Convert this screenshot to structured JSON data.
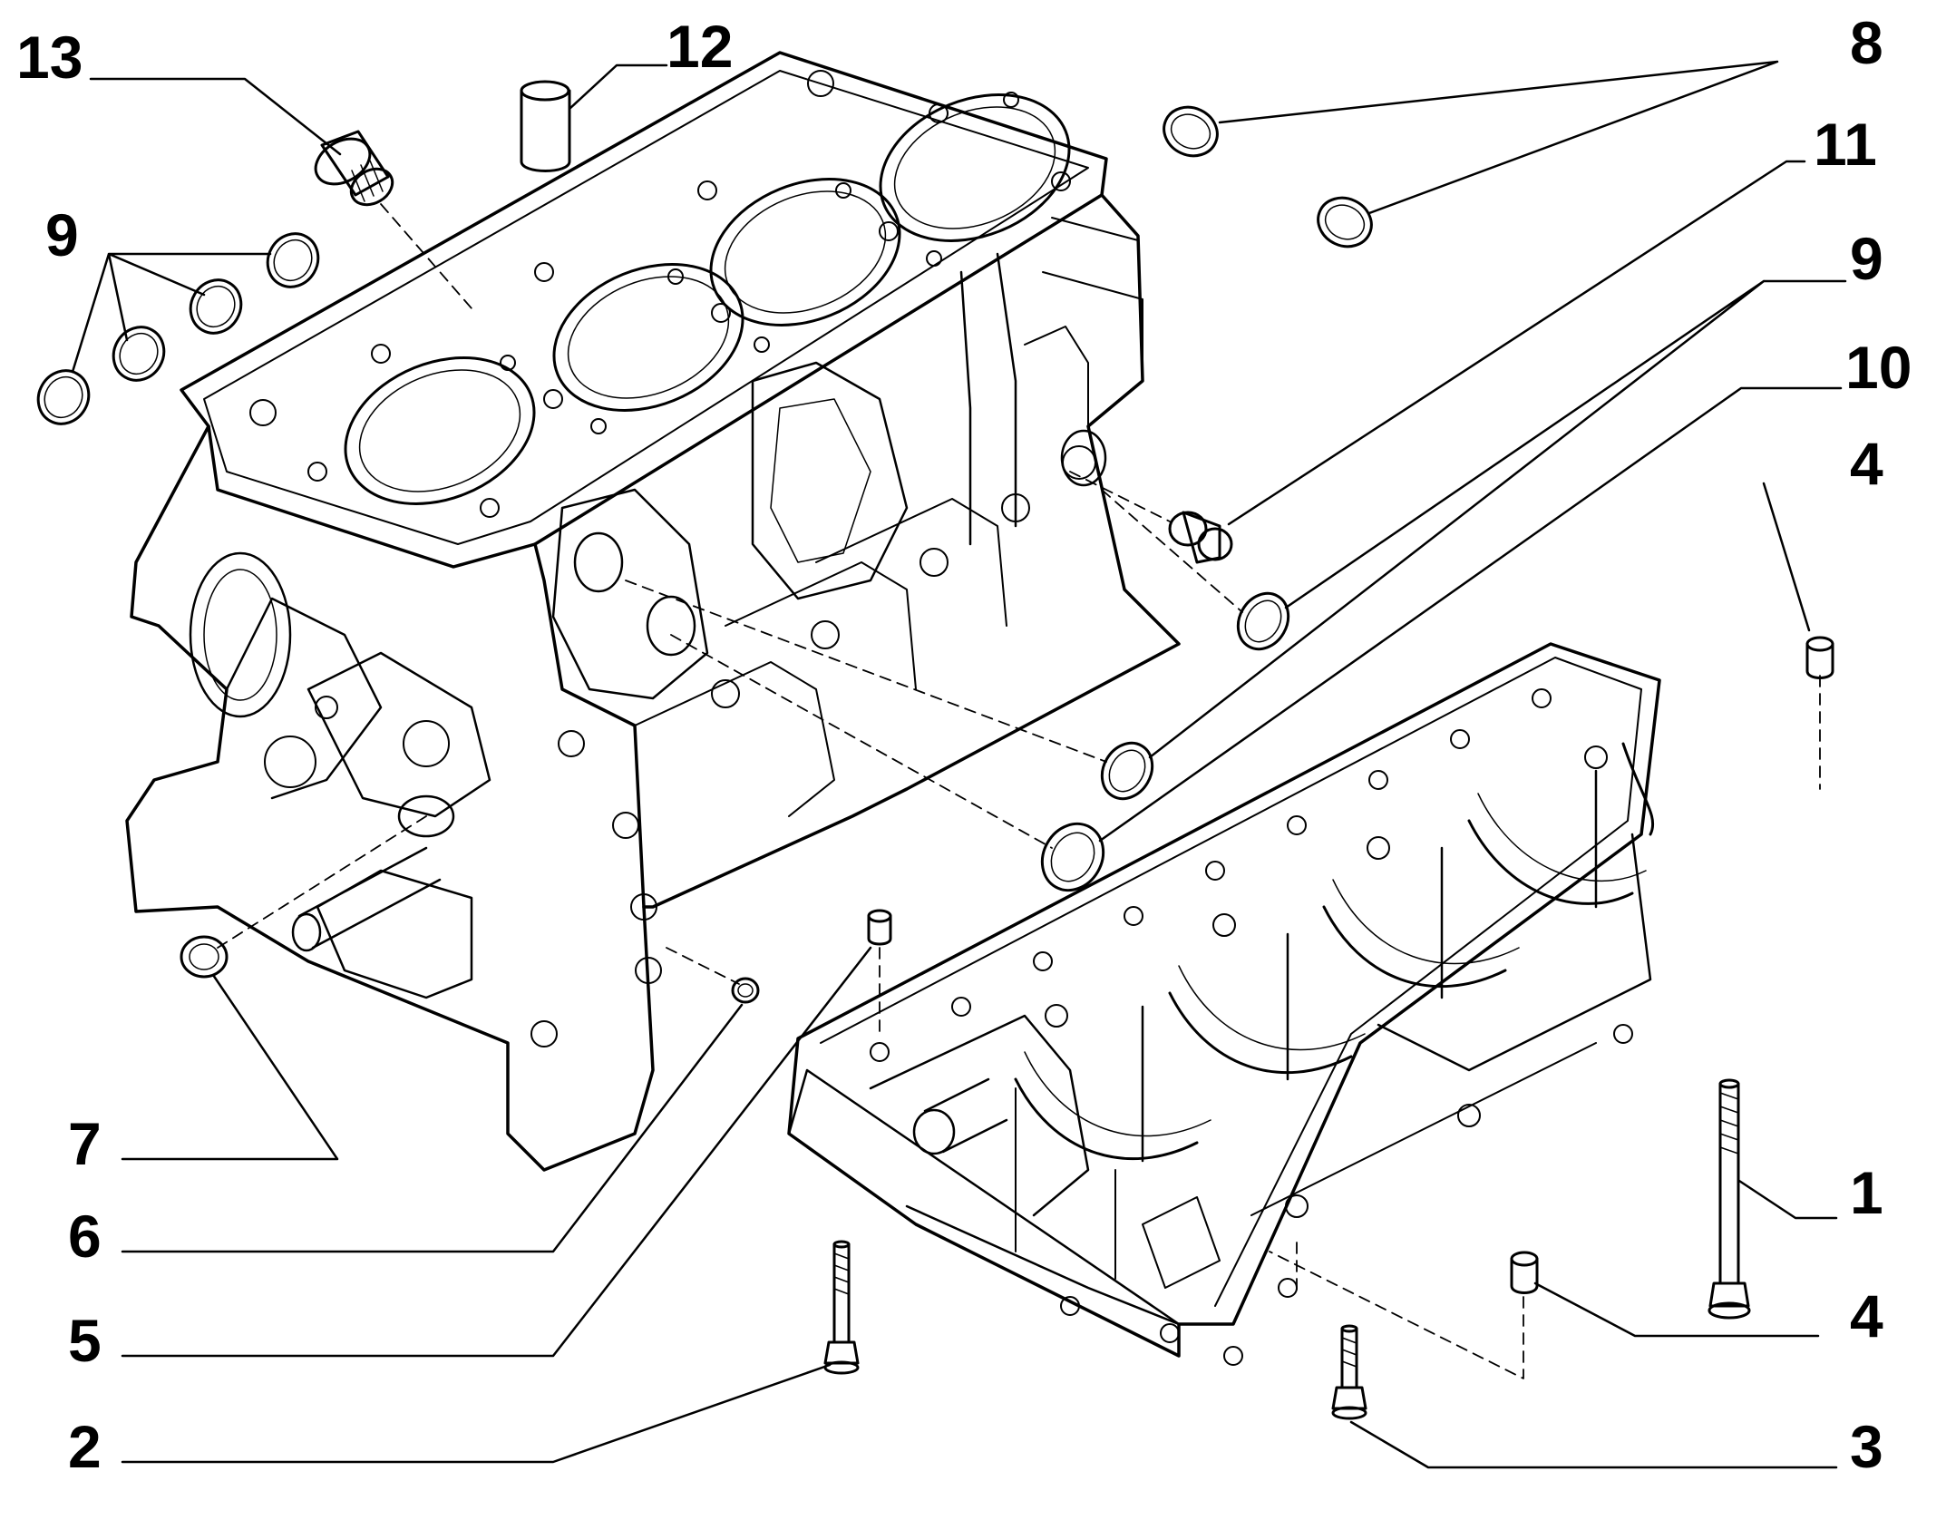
{
  "diagram": {
    "callouts": [
      {
        "id": "c13",
        "label": "13"
      },
      {
        "id": "c12",
        "label": "12"
      },
      {
        "id": "c8",
        "label": "8"
      },
      {
        "id": "c11",
        "label": "11"
      },
      {
        "id": "c9a",
        "label": "9"
      },
      {
        "id": "c9b",
        "label": "9"
      },
      {
        "id": "c10",
        "label": "10"
      },
      {
        "id": "c4a",
        "label": "4"
      },
      {
        "id": "c7",
        "label": "7"
      },
      {
        "id": "c6",
        "label": "6"
      },
      {
        "id": "c5",
        "label": "5"
      },
      {
        "id": "c2",
        "label": "2"
      },
      {
        "id": "c1",
        "label": "1"
      },
      {
        "id": "c4b",
        "label": "4"
      },
      {
        "id": "c3",
        "label": "3"
      }
    ]
  }
}
